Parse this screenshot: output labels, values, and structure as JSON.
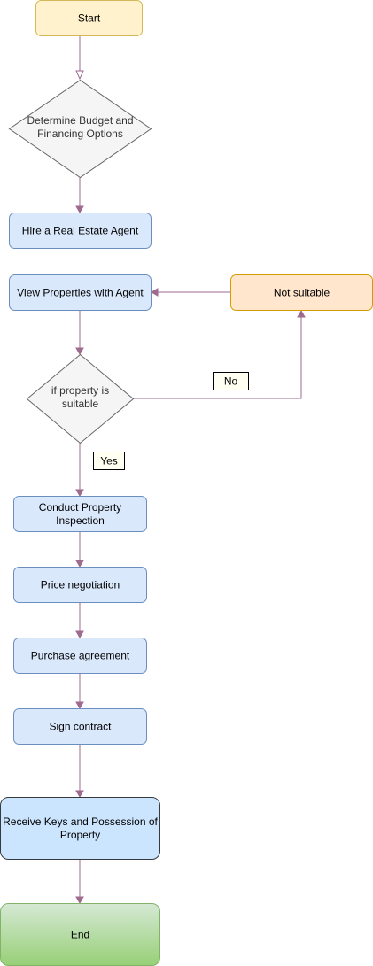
{
  "colors": {
    "edge": "#9e6a8e",
    "start_fill": "#fff2cc",
    "start_stroke": "#d6b656",
    "process_fill": "#dae8fc",
    "process_stroke": "#6c8ebf",
    "decision_fill": "#f5f5f5",
    "decision_stroke": "#666666",
    "alt_fill": "#ffe6cc",
    "alt_stroke": "#d79b00",
    "key_fill": "#cce5ff",
    "key_stroke": "#36393d",
    "end_fill_top": "#d5e8d4",
    "end_fill_bottom": "#97d077",
    "end_stroke": "#82b366",
    "label_fill": "#fffff2"
  },
  "nodes": {
    "start": {
      "lines": [
        "Start"
      ]
    },
    "budget": {
      "lines": [
        "Determine Budget and",
        "Financing Options"
      ]
    },
    "hire_agent": {
      "lines": [
        "Hire a Real Estate Agent"
      ]
    },
    "view_properties": {
      "lines": [
        "View Properties with Agent"
      ]
    },
    "not_suitable": {
      "lines": [
        "Not suitable"
      ]
    },
    "suitable_check": {
      "lines": [
        "if property is",
        "suitable"
      ]
    },
    "inspection": {
      "lines": [
        "Conduct Property",
        "Inspection"
      ]
    },
    "negotiation": {
      "lines": [
        "Price negotiation"
      ]
    },
    "agreement": {
      "lines": [
        "Purchase agreement"
      ]
    },
    "contract": {
      "lines": [
        "Sign contract"
      ]
    },
    "keys": {
      "lines": [
        "Receive Keys and Possession of",
        "Property"
      ]
    },
    "end": {
      "lines": [
        "End"
      ]
    }
  },
  "edge_labels": {
    "no": "No",
    "yes": "Yes"
  }
}
